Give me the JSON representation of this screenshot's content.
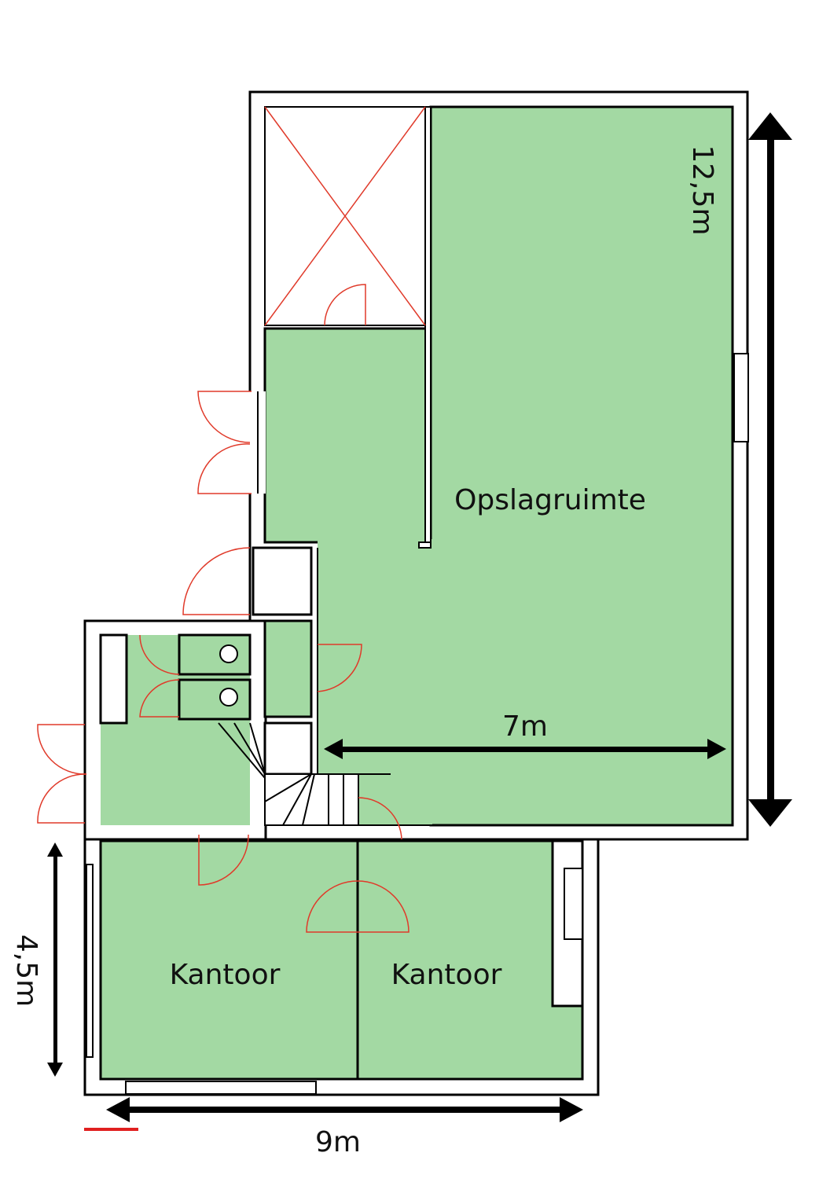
{
  "colors": {
    "room": "#a3d9a3",
    "door": "#e03a2a",
    "wall": "#000000"
  },
  "rooms": {
    "storage": "Opslagruimte",
    "office_left": "Kantoor",
    "office_right": "Kantoor"
  },
  "dimensions": {
    "storage_height": "12,5m",
    "storage_width": "7m",
    "office_depth": "4,5m",
    "total_width": "9m"
  }
}
